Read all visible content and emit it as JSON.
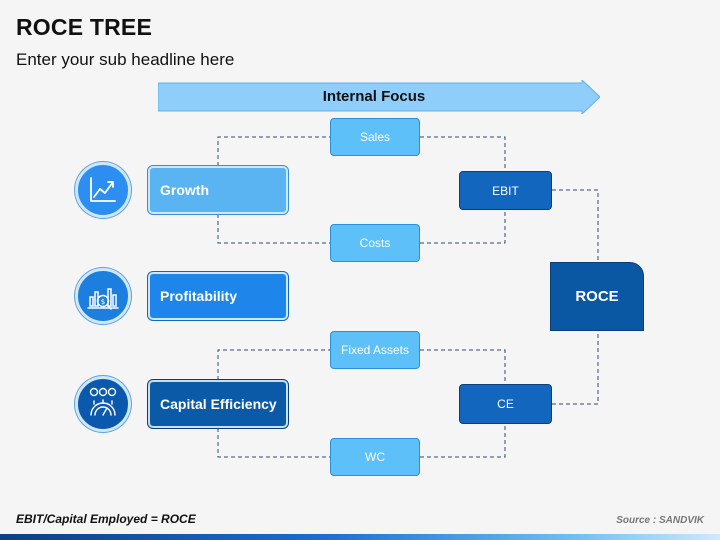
{
  "slide": {
    "title": "ROCE TREE",
    "subtitle": "Enter your sub headline here"
  },
  "banner": {
    "label": "Internal Focus"
  },
  "categories": [
    {
      "label": "Growth",
      "icon": "growth-chart-icon"
    },
    {
      "label": "Profitability",
      "icon": "money-analysis-icon"
    },
    {
      "label": "Capital Efficiency",
      "icon": "capital-gauge-icon"
    }
  ],
  "drivers": {
    "sales": "Sales",
    "costs": "Costs",
    "fixed_assets": "Fixed Assets",
    "wc": "WC"
  },
  "intermediate": {
    "ebit": "EBIT",
    "ce": "CE"
  },
  "result": {
    "roce": "ROCE"
  },
  "footer": {
    "formula": "EBIT/Capital Employed = ROCE",
    "source": "Source : SANDVIK"
  },
  "colors": {
    "light_box": "#5dc0f8",
    "mid_box": "#1266bd",
    "dark_box": "#0a57a3",
    "banner": "#8fcdfa",
    "connector": "#2c4a6e"
  }
}
